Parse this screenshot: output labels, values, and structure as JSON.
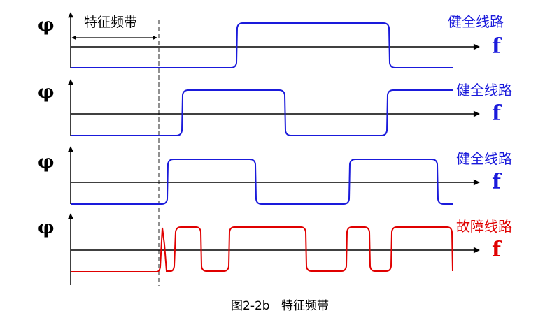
{
  "band_label": "特征频带",
  "caption_figure": "图2-2b",
  "caption_title": "特征频带",
  "colors": {
    "healthy": "#1a1adb",
    "fault": "#e00000",
    "axis": "#000000"
  },
  "rows": [
    {
      "y_symbol": "φ",
      "x_symbol": "f",
      "label": "健全线路",
      "type": "healthy"
    },
    {
      "y_symbol": "φ",
      "x_symbol": "f",
      "label": "健全线路",
      "type": "healthy"
    },
    {
      "y_symbol": "φ",
      "x_symbol": "f",
      "label": "健全线路",
      "type": "healthy"
    },
    {
      "y_symbol": "φ",
      "x_symbol": "f",
      "label": "故障线路",
      "type": "fault"
    }
  ]
}
